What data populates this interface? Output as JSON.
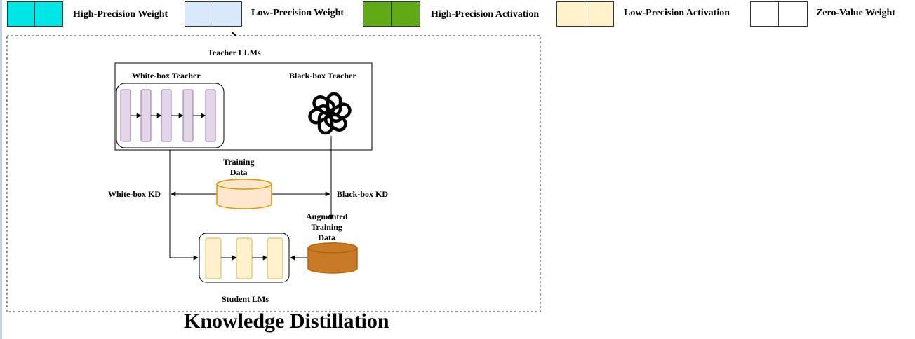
{
  "legend": {
    "items": [
      {
        "label": "High-Precision Weight",
        "fill": "#00e5e5"
      },
      {
        "label": "Low-Precision Weight",
        "fill": "#dae8fc"
      },
      {
        "label": "High-Precision Activation",
        "fill": "#60a917"
      },
      {
        "label": "Low-Precision Activation",
        "fill": "#fff2cc"
      },
      {
        "label": "Zero-Value Weight",
        "fill": "#ffffff"
      }
    ]
  },
  "diagram": {
    "teacher_group_label": "Teacher LLMs",
    "white_box_teacher_label": "White-box Teacher",
    "black_box_teacher_label": "Black-box Teacher",
    "training_data_label": "Training\nData",
    "white_box_kd_label": "White-box KD",
    "black_box_kd_label": "Black-box KD",
    "augmented_data_label": "Augmented\nTraining\nData",
    "student_label": "Student LMs",
    "colors": {
      "teacher_layer": "#e1d5e7",
      "teacher_layer_border": "#9673a6",
      "student_layer": "#fff2cc",
      "student_layer_border": "#d6b656",
      "training_db_fill": "#ffe6cc",
      "training_db_border": "#d79b00",
      "augmented_db_fill": "#c87a28",
      "augmented_db_border": "#b46504"
    }
  },
  "caption": "Knowledge Distillation"
}
